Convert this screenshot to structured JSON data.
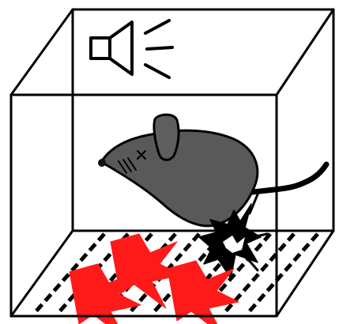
{
  "figure": {
    "subject": "fear-conditioning-chamber",
    "elements": {
      "chamber": {
        "shape": "wireframe-cube"
      },
      "sound_cue": {
        "icon": "speaker-icon",
        "waves": 3
      },
      "mouse": {
        "icon": "mouse-icon"
      },
      "floor_grid": {
        "bars": 10
      },
      "shocks": {
        "icon": "lightning-bolt-icon",
        "count": 3
      },
      "shock_contact": {
        "icon": "spark-burst-icon"
      }
    },
    "colors": {
      "outline": "#000000",
      "mouse_body": "#595959",
      "mouse_ear": "#5e5e5e",
      "bolt": "#ff1a1a",
      "background": "#ffffff"
    }
  }
}
